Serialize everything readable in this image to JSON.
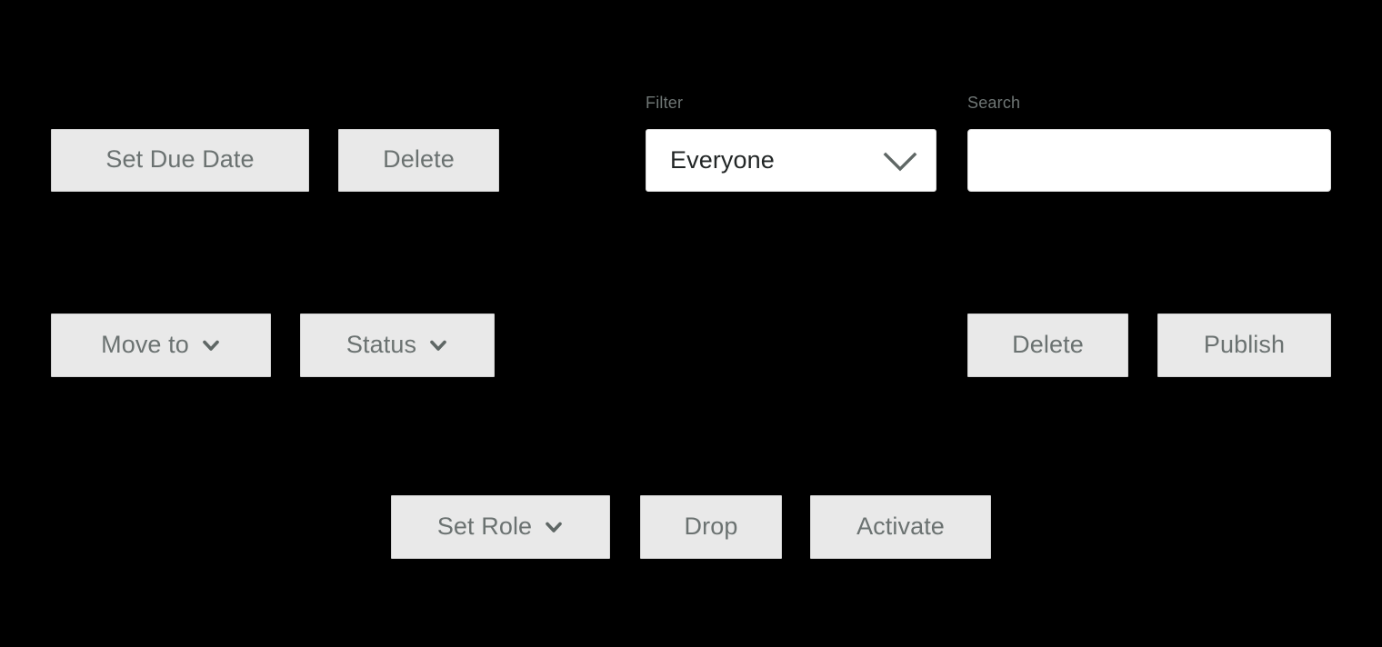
{
  "theme": {
    "background": "#000000",
    "button_face": "#e9e9e9",
    "button_border": "#d2d2d2",
    "button_text": "#6b7271",
    "label_text": "#6f7675",
    "field_background": "#ffffff",
    "field_border": "#dcdcdc",
    "field_text": "#222626"
  },
  "toolbar_top": {
    "buttons": [
      {
        "label": "Set Due Date",
        "icon": null
      },
      {
        "label": "Delete",
        "icon": null
      }
    ],
    "filter": {
      "label": "Filter",
      "value": "Everyone",
      "icon": "chevron-down-icon"
    },
    "search": {
      "label": "Search",
      "value": "",
      "placeholder": ""
    }
  },
  "toolbar_middle": {
    "left_buttons": [
      {
        "label": "Move to",
        "icon": "chevron-down-icon"
      },
      {
        "label": "Status",
        "icon": "chevron-down-icon"
      }
    ],
    "right_buttons": [
      {
        "label": "Delete",
        "icon": null
      },
      {
        "label": "Publish",
        "icon": null
      }
    ]
  },
  "toolbar_bottom": {
    "buttons": [
      {
        "label": "Set Role",
        "icon": "chevron-down-icon"
      },
      {
        "label": "Drop",
        "icon": null
      },
      {
        "label": "Activate",
        "icon": null
      }
    ]
  }
}
